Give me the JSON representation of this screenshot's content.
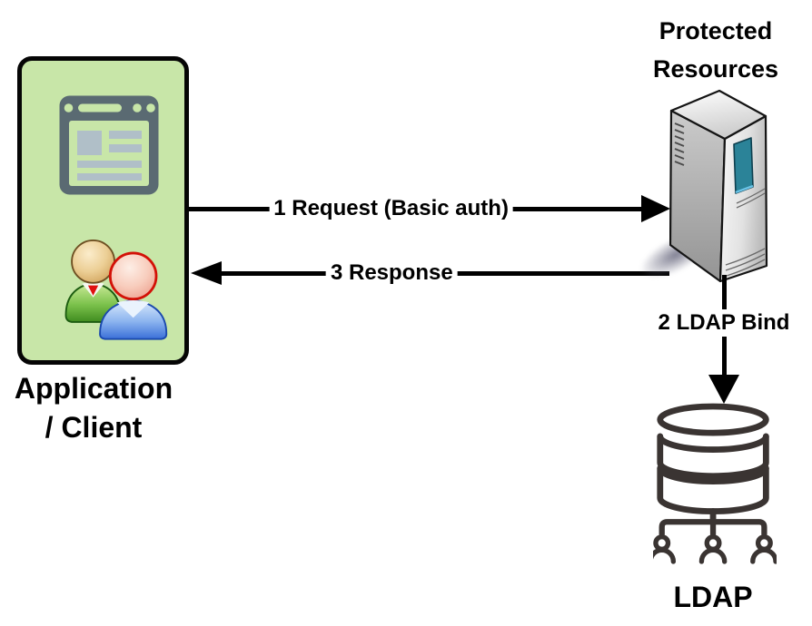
{
  "client": {
    "label_line1": "Application",
    "label_line2": "/ Client",
    "box_fill": "#c8e6a8",
    "box_border": "#000000",
    "browser_icon": "browser-window-icon",
    "users_icon": "users-icon"
  },
  "server": {
    "label_line1": "Protected",
    "label_line2": "Resources",
    "icon": "server-tower-icon",
    "panel_color": "#2b8398"
  },
  "ldap": {
    "label": "LDAP",
    "icon": "ldap-directory-database-icon",
    "icon_color": "#3a3432"
  },
  "edges": {
    "request": {
      "label": "1 Request (Basic auth)",
      "from": "client",
      "to": "server",
      "direction": "right"
    },
    "response": {
      "label": "3 Response",
      "from": "server",
      "to": "client",
      "direction": "left"
    },
    "bind": {
      "label": "2 LDAP Bind",
      "from": "server",
      "to": "ldap",
      "direction": "down"
    }
  },
  "colors": {
    "arrow": "#000000",
    "text": "#000000",
    "background": "#ffffff"
  }
}
